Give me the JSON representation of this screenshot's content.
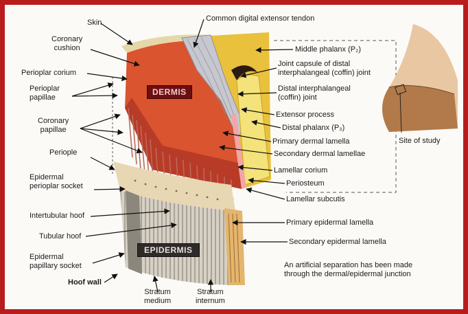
{
  "colors": {
    "frame": "#b81c1c",
    "dermis": "#d9542f",
    "tendon": "#c7c7cf",
    "bone_yellow": "#e9c13c",
    "laminae": "#b86a5c",
    "hoof_wall": "#d8d3c6",
    "inner_hoof": "#e4b56c"
  },
  "labels": {
    "skin": "Skin",
    "tendon": "Common digital extensor tendon",
    "coronary_cushion": "Coronary\ncushion",
    "perioplar_corium": "Perioplar corium",
    "perioplar_papillae": "Perioplar\npapillae",
    "coronary_papillae": "Coronary\npapillae",
    "periople": "Periople",
    "epidermal_perioplar_socket": "Epidermal\nperioplar socket",
    "intertubular_hoof": "Intertubular hoof",
    "tubular_hoof": "Tubular hoof",
    "epidermal_papillary_socket": "Epidermal\npapillary socket",
    "hoof_wall": "Hoof wall",
    "stratum_medium": "Stratum\nmedium",
    "stratum_internum": "Stratum\ninternum",
    "middle_phalanx": "Middle phalanx (P₂)",
    "joint_capsule": "Joint capsule of distal\ninterphalangeal (coffin) joint",
    "distal_joint": "Distal interphalangeal\n(coffin) joint",
    "extensor_process": "Extensor process",
    "distal_phalanx": "Distal phalanx (P₃)",
    "primary_dermal_lamella": "Primary dermal lamella",
    "secondary_dermal_lamellae": "Secondary dermal lamellae",
    "lamellar_corium": "Lamellar corium",
    "periosteum": "Periosteum",
    "lamellar_subcutis": "Lamellar subcutis",
    "primary_epidermal_lamella": "Primary epidermal lamella",
    "secondary_epidermal_lamella": "Secondary epidermal lamella",
    "site_of_study": "Site of study",
    "note": "An artificial separation has been made\nthrough the dermal/epidermal junction",
    "dermis": "DERMIS",
    "epidermis": "EPIDERMIS"
  }
}
